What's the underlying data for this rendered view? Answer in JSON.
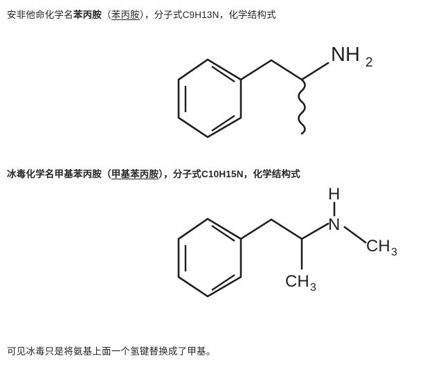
{
  "document": {
    "background_color": "#ffffff",
    "text_color": "#262626"
  },
  "paragraph_1": {
    "lead": "安非他命化学名",
    "name_bold": "苯丙胺",
    "paren_open": "（",
    "name_underlined": "苯丙胺",
    "paren_close": "）",
    "comma_1": "，",
    "formula_label": "分子式",
    "formula": "C9H13N",
    "comma_2": "，",
    "tail": "化学结构式"
  },
  "figure_1": {
    "caption_semantic": "amphetamine-skeletal-structure",
    "molecule": "Amphetamine (苯丙胺)",
    "formula": "C9H13N",
    "labels": {
      "amine": "NH",
      "amine_subscript": "2"
    },
    "features": [
      "benzene-ring",
      "methylene-bridge",
      "stereocenter-wavy-bond",
      "primary-amine"
    ]
  },
  "paragraph_2": {
    "lead": "冰毒化学名",
    "name_bold": "甲基苯丙胺",
    "paren_open": "（",
    "name_underlined": "甲基苯丙胺",
    "paren_close": "）",
    "comma_1": "，",
    "formula_label": "分子式",
    "formula": "C10H15N",
    "comma_2": "，",
    "tail": "化学结构式"
  },
  "figure_2": {
    "caption_semantic": "methamphetamine-skeletal-structure",
    "molecule": "Methamphetamine (甲基苯丙胺)",
    "formula": "C10H15N",
    "labels": {
      "hydrogen": "H",
      "nitrogen": "N",
      "n_methyl": "CH",
      "n_methyl_subscript": "3",
      "c_methyl": "CH",
      "c_methyl_subscript": "3"
    },
    "features": [
      "benzene-ring",
      "methylene-bridge",
      "alpha-methyl",
      "secondary-amine",
      "n-methyl"
    ]
  },
  "paragraph_3": {
    "text": "可见冰毒只是将氨基上面一个氢键替换成了甲基。"
  }
}
